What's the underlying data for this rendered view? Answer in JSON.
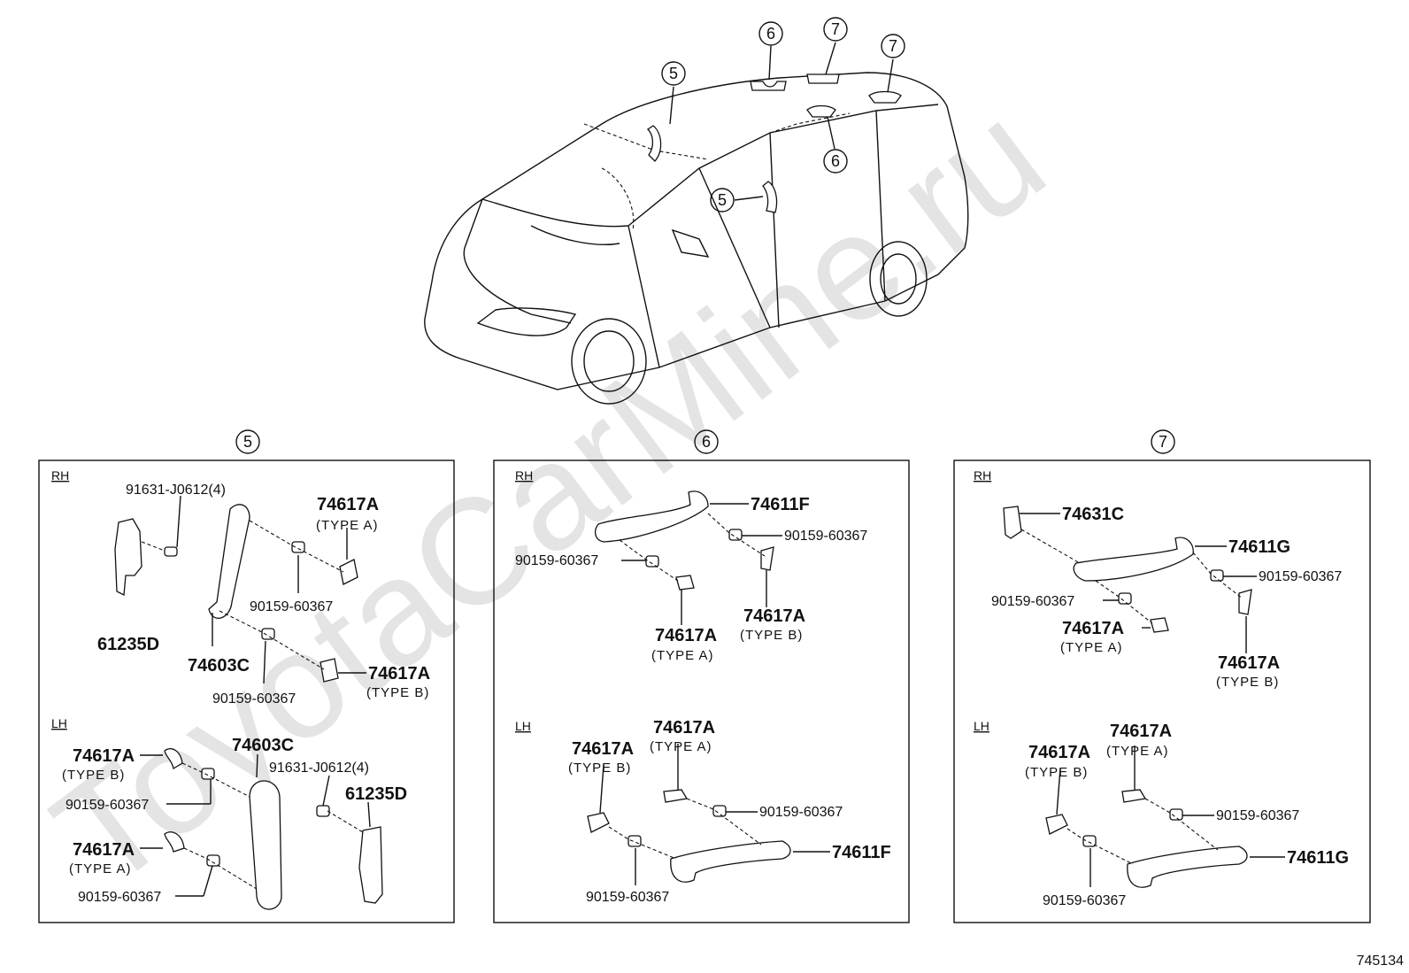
{
  "watermark": "ToyotaCarMine.ru",
  "diagram_code": "745134",
  "overview": {
    "callouts": [
      "5",
      "6",
      "7",
      "7",
      "6",
      "5"
    ]
  },
  "panel5": {
    "title": "5",
    "rh_label": "RH",
    "lh_label": "LH",
    "rh": {
      "bolt_top": "91631-J0612(4)",
      "cap_a": "74617A",
      "cap_a_type": "(TYPE A)",
      "screw_mid": "90159-60367",
      "bracket": "61235D",
      "handle": "74603C",
      "cap_b": "74617A",
      "cap_b_type": "(TYPE B)",
      "screw_low": "90159-60367"
    },
    "lh": {
      "cap_b": "74617A",
      "cap_b_type": "(TYPE B)",
      "handle": "74603C",
      "bolt": "91631-J0612(4)",
      "screw_top": "90159-60367",
      "bracket": "61235D",
      "cap_a": "74617A",
      "cap_a_type": "(TYPE A)",
      "screw_low": "90159-60367"
    }
  },
  "panel6": {
    "title": "6",
    "rh_label": "RH",
    "lh_label": "LH",
    "rh": {
      "handle": "74611F",
      "screw_right": "90159-60367",
      "screw_left": "90159-60367",
      "cap_a": "74617A",
      "cap_a_type": "(TYPE A)",
      "cap_b": "74617A",
      "cap_b_type": "(TYPE B)"
    },
    "lh": {
      "cap_a": "74617A",
      "cap_a_type": "(TYPE A)",
      "cap_b": "74617A",
      "cap_b_type": "(TYPE B)",
      "screw_right": "90159-60367",
      "handle": "74611F",
      "screw_low": "90159-60367"
    }
  },
  "panel7": {
    "title": "7",
    "rh_label": "RH",
    "lh_label": "LH",
    "rh": {
      "bracket": "74631C",
      "handle": "74611G",
      "screw_right": "90159-60367",
      "screw_left": "90159-60367",
      "cap_a": "74617A",
      "cap_a_type": "(TYPE A)",
      "cap_b": "74617A",
      "cap_b_type": "(TYPE B)"
    },
    "lh": {
      "cap_a": "74617A",
      "cap_a_type": "(TYPE A)",
      "cap_b": "74617A",
      "cap_b_type": "(TYPE B)",
      "screw_right": "90159-60367",
      "handle": "74611G",
      "screw_low": "90159-60367"
    }
  }
}
